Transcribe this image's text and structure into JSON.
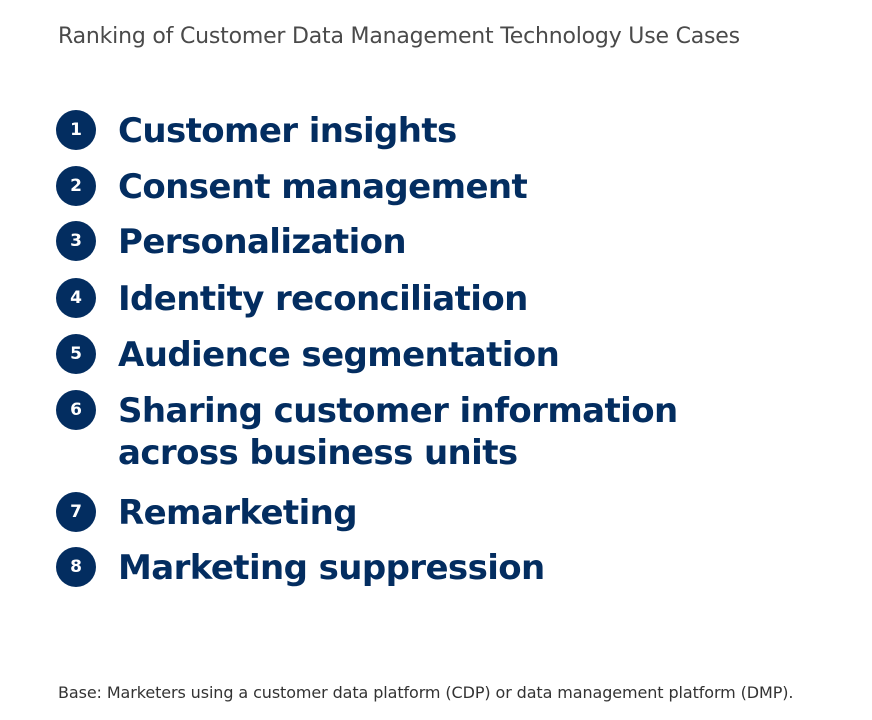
{
  "title": "Ranking of Customer Data Management Technology Use Cases",
  "items": [
    {
      "rank": "1",
      "lines": [
        "Customer insights"
      ]
    },
    {
      "rank": "2",
      "lines": [
        "Consent management"
      ]
    },
    {
      "rank": "3",
      "lines": [
        "Personalization"
      ]
    },
    {
      "rank": "4",
      "lines": [
        "Identity reconciliation"
      ]
    },
    {
      "rank": "5",
      "lines": [
        "Audience segmentation"
      ]
    },
    {
      "rank": "6",
      "lines": [
        "Sharing customer information",
        "across business units"
      ]
    },
    {
      "rank": "7",
      "lines": [
        "Remarketing"
      ]
    },
    {
      "rank": "8",
      "lines": [
        "Marketing suppression"
      ]
    }
  ],
  "footnote": "Base: Marketers using a customer data platform (CDP) or data management platform (DMP).",
  "colors": {
    "accent": "#032d60",
    "title_text": "#4a4a4a",
    "footnote_text": "#333333",
    "background": "#ffffff"
  }
}
